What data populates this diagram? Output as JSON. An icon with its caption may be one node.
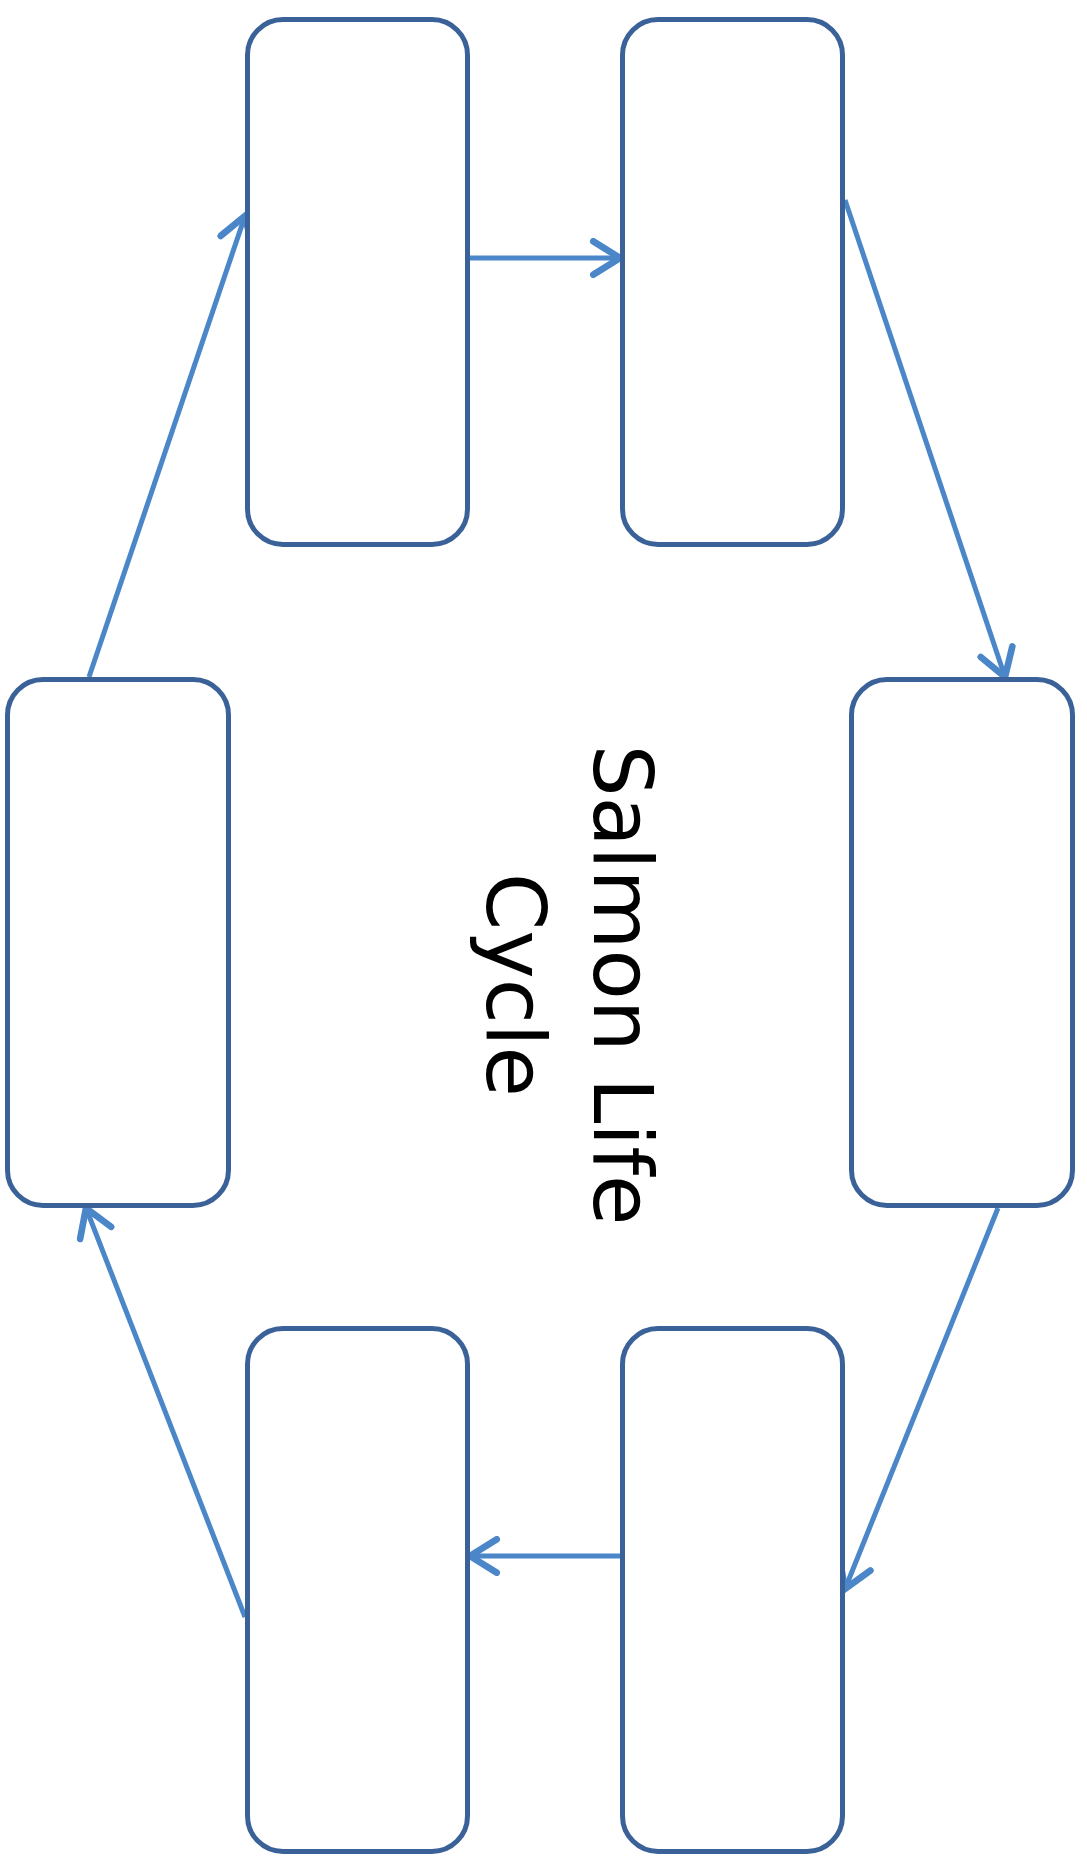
{
  "diagram": {
    "title": "Salmon Life Cycle",
    "nodes": [
      {
        "text": [],
        "shape": "box"
      },
      {
        "text": [],
        "shape": "box"
      },
      {
        "text": [],
        "shape": "box"
      },
      {
        "text": [],
        "shape": "box"
      },
      {
        "text": [],
        "shape": "box"
      },
      {
        "text": [],
        "shape": "box"
      }
    ],
    "edges": [
      {
        "from": 0,
        "to": 1,
        "arrow": "to"
      },
      {
        "from": 1,
        "to": 2,
        "arrow": "to"
      },
      {
        "from": 2,
        "to": 3,
        "arrow": "to"
      },
      {
        "from": 3,
        "to": 4,
        "arrow": "to"
      },
      {
        "from": 4,
        "to": 5,
        "arrow": "to"
      },
      {
        "from": 5,
        "to": 0,
        "arrow": "to"
      }
    ]
  }
}
